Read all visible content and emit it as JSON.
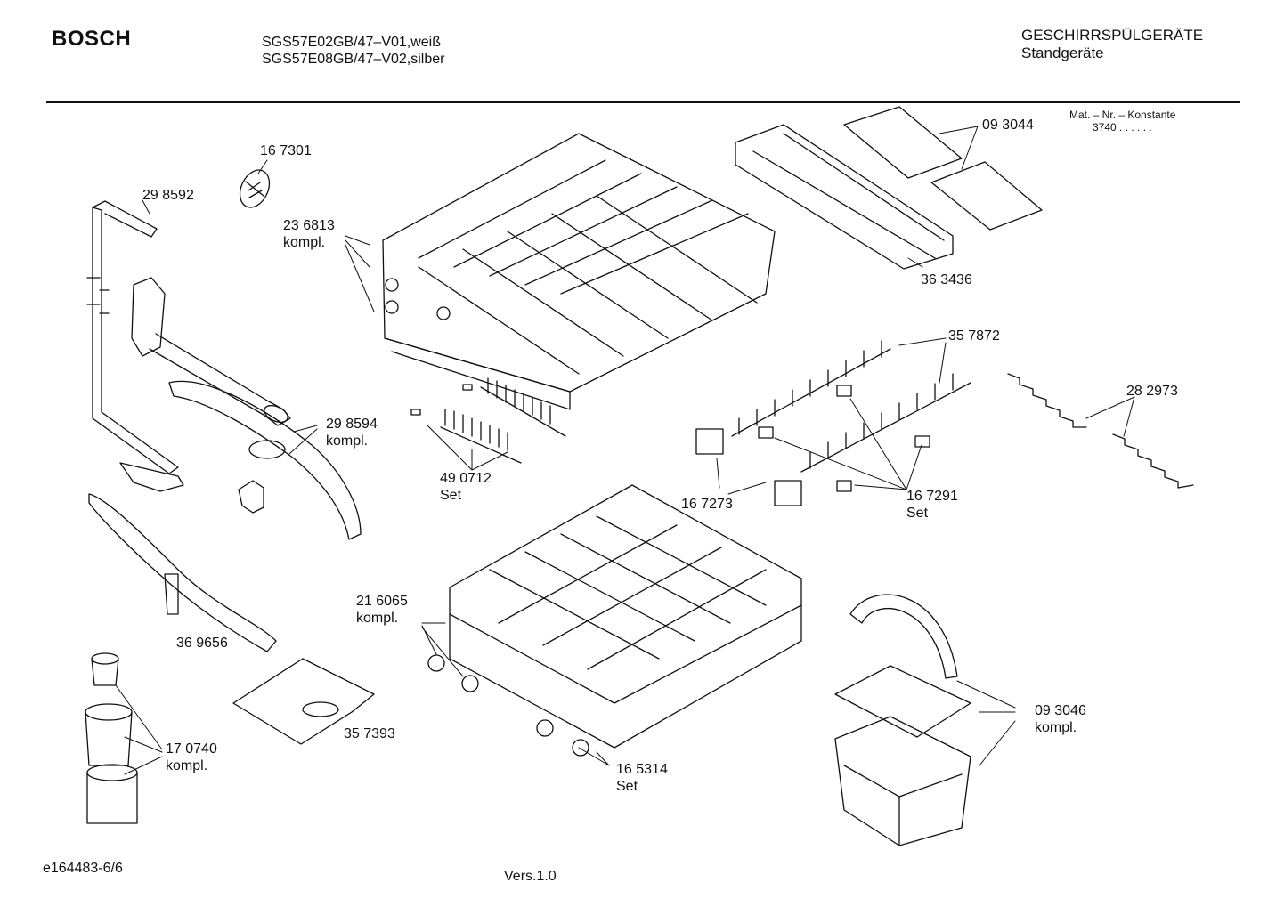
{
  "header": {
    "brand": "BOSCH",
    "models": [
      "SGS57E02GB/47–V01,weiß",
      "SGS57E08GB/47–V02,silber"
    ],
    "category": "GESCHIRRSPÜLGERÄTE",
    "subcategory": "Standgeräte",
    "constant_label": "Mat. – Nr. – Konstante",
    "constant_value": "3740  .  .  .  .  .  ."
  },
  "parts": [
    {
      "number": "16 7301",
      "note": ""
    },
    {
      "number": "29 8592",
      "note": ""
    },
    {
      "number": "23 6813",
      "note": "kompl."
    },
    {
      "number": "09 3044",
      "note": ""
    },
    {
      "number": "36 3436",
      "note": ""
    },
    {
      "number": "35 7872",
      "note": ""
    },
    {
      "number": "28 2973",
      "note": ""
    },
    {
      "number": "29 8594",
      "note": "kompl."
    },
    {
      "number": "49 0712",
      "note": "Set"
    },
    {
      "number": "16 7273",
      "note": ""
    },
    {
      "number": "16 7291",
      "note": "Set"
    },
    {
      "number": "21 6065",
      "note": "kompl."
    },
    {
      "number": "36 9656",
      "note": ""
    },
    {
      "number": "09 3046",
      "note": "kompl."
    },
    {
      "number": "35 7393",
      "note": ""
    },
    {
      "number": "17 0740",
      "note": "kompl."
    },
    {
      "number": "16 5314",
      "note": "Set"
    }
  ],
  "footer": {
    "drawing_id": "e164483-6/6",
    "version": "Vers.1.0"
  },
  "style": {
    "ink_color": "#111111",
    "background": "#ffffff"
  }
}
